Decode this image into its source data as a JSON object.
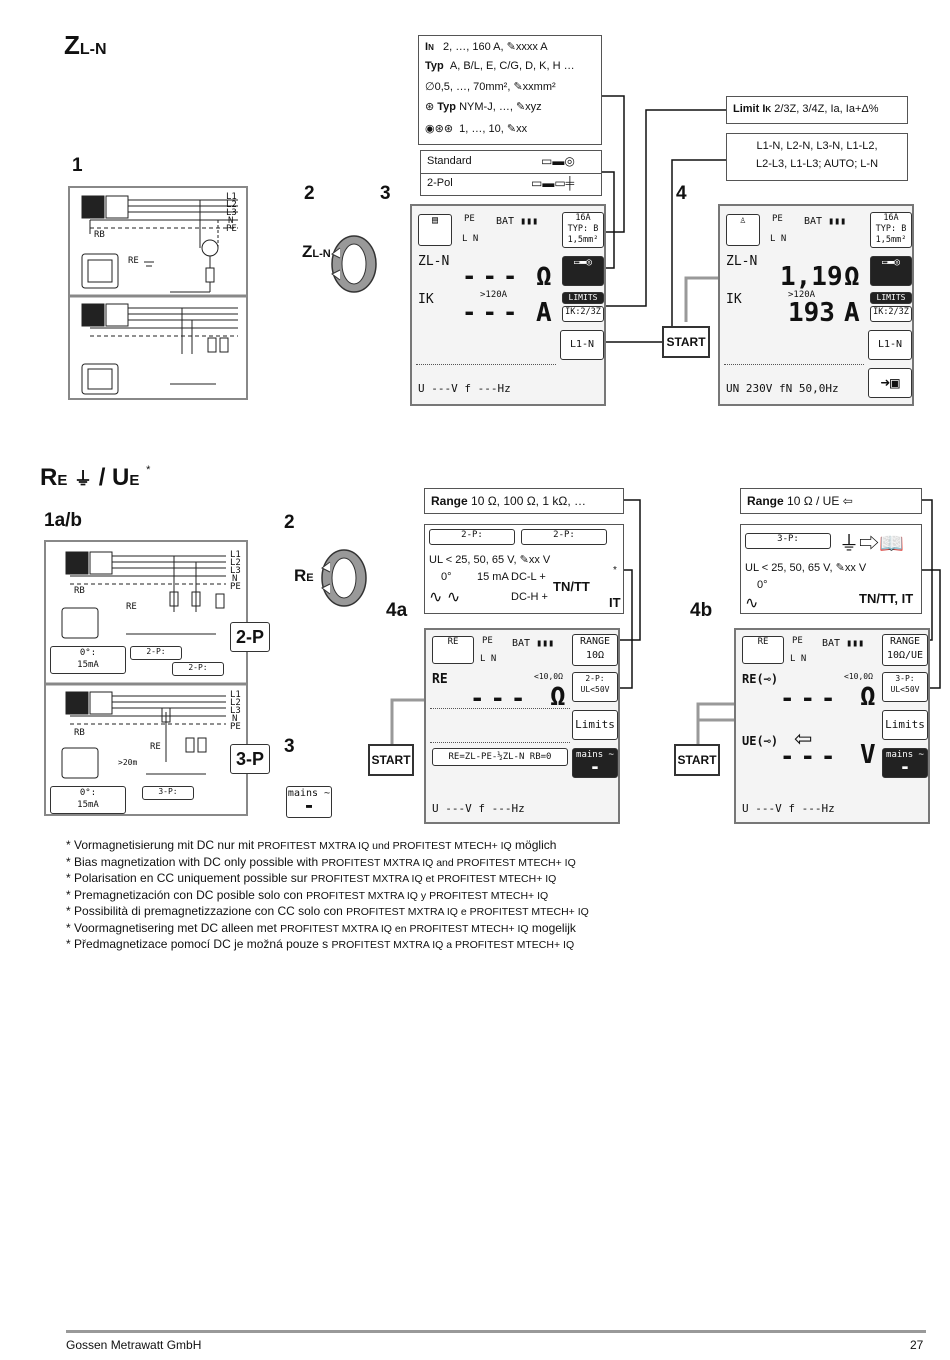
{
  "sec1": {
    "title_main": "Z",
    "title_sub": "L-N",
    "step1": "1",
    "step2": "2",
    "step3": "3",
    "step4": "4",
    "rot_main": "Z",
    "rot_sub": "L-N",
    "param_box": {
      "in_label": "I",
      "in_sub": "N",
      "in_values": "2, …, 160 A,",
      "in_custom": "xxxx A",
      "typ_label": "Typ",
      "typ_values": "A, B/L, E, C/G, D, K, H …",
      "cross_values": "∅0,5, …, 70mm², ",
      "cross_custom": "xxmm²",
      "cable_label": "Typ",
      "cable_values": "NYM-J, …,",
      "cable_custom": "xyz",
      "count_values": "1, …, 10,",
      "count_custom": "xx"
    },
    "probe_box": {
      "opt1": "Standard",
      "opt2": "2-Pol"
    },
    "limit_box": {
      "label": "Limit I",
      "sub": "K",
      "values": "2/3Z, 3/4Z, Ia, Ia+Δ%"
    },
    "phase_box": {
      "line1": "L1-N, L2-N, L3-N, L1-L2,",
      "line2": "L2-L3, L1-L3; AUTO; L-N"
    },
    "diagram_labels": {
      "l1": "L1",
      "l2": "L2",
      "l3": "L3",
      "n": "N",
      "pe": "PE",
      "rb": "RB",
      "re": "RE"
    },
    "lcd_a": {
      "pe": "PE",
      "l": "L",
      "n": "N",
      "bat": "BAT",
      "fuse_line1": "16A",
      "fuse_line2": "TYP: B",
      "fuse_line3": "1,5mm²",
      "zln": "ZL-N",
      "z_value": "---",
      "z_unit": "Ω",
      "ik": "IK",
      "ik_range": ">120A",
      "ik_value": "---",
      "ik_unit": "A",
      "limits_key": "LIMITS",
      "ik_key": "IK:2/3Z",
      "phase_key": "L1-N",
      "footer": "U  ---V   f  ---Hz"
    },
    "lcd_b": {
      "pe": "PE",
      "l": "L",
      "n": "N",
      "bat": "BAT",
      "fuse_line1": "16A",
      "fuse_line2": "TYP: B",
      "fuse_line3": "1,5mm²",
      "zln": "ZL-N",
      "z_value": "1,19",
      "z_unit": "Ω",
      "ik": "IK",
      "ik_range": ">120A",
      "ik_value": "193",
      "ik_unit": "A",
      "limits_key": "LIMITS",
      "ik_key": "IK:2/3Z",
      "phase_key": "L1-N",
      "footer": "UN   230V  fN 50,0Hz"
    },
    "start_label": "START"
  },
  "sec2": {
    "title_main": "R",
    "title_sub": "E",
    "title_sep": "/ U",
    "title_sub2": "E",
    "asterisk": "*",
    "step1": "1a/b",
    "step2": "2",
    "step3": "3",
    "step4a": "4a",
    "step4b": "4b",
    "rot_main": "R",
    "rot_sub": "E",
    "badge_2p": "2-P",
    "badge_3p": "3-P",
    "diag_labels": {
      "l1": "L1",
      "l2": "L2",
      "l3": "L3",
      "n": "N",
      "pe": "PE",
      "rb": "RB",
      "re": "RE",
      "deg": "0°:",
      "ma": "15mA",
      "k2p": "2-P:",
      "k3p": "3-P:",
      "m20": ">20m"
    },
    "mains_key": "mains ~",
    "range_a": {
      "label": "Range",
      "values": "10 Ω, 100 Ω, 1 kΩ, …"
    },
    "range_b": {
      "label": "Range",
      "values": "10 Ω / UE"
    },
    "opt_a": {
      "k1": "2-P:",
      "k2": "2-P:",
      "ul": "UL < 25, 50, 65 V,",
      "ul_custom": "xx V",
      "deg": "0°",
      "ma": "15 mA",
      "dcl": "DC-L +",
      "dch": "DC-H +",
      "net1": "TN/TT",
      "net2": "IT",
      "asterisk": "*"
    },
    "opt_b": {
      "k1": "3-P:",
      "ul": "UL < 25, 50, 65 V,",
      "ul_custom": "xx V",
      "deg": "0°",
      "net": "TN/TT, IT"
    },
    "lcd_c": {
      "re": "RE",
      "pe": "PE",
      "l": "L",
      "n": "N",
      "bat": "BAT",
      "range_key1": "RANGE",
      "range_key2": "10Ω",
      "re_label": "RE",
      "lim": "<10,0Ω",
      "re_value": "---",
      "re_unit": "Ω",
      "k2p1": "2-P:",
      "k2p2": "UL<50V",
      "limits_key": "Limits",
      "formula": "RE=ZL-PE-½ZL-N  RB=0",
      "mains_key": "mains ~",
      "footer": "U  ---V   f  ---Hz"
    },
    "lcd_d": {
      "re": "RE",
      "pe": "PE",
      "l": "L",
      "n": "N",
      "bat": "BAT",
      "range_key1": "RANGE",
      "range_key2": "10Ω/UE",
      "re_label": "RE(",
      "lim": "<10,0Ω",
      "re_value": "---",
      "re_unit": "Ω",
      "ue_label": "UE(",
      "ue_value": "---",
      "ue_unit": "V",
      "k3p1": "3-P:",
      "k3p2": "UL<50V",
      "limits_key": "Limits",
      "mains_key": "mains ~",
      "footer": "U  ---V   f  ---Hz"
    },
    "start_label": "START"
  },
  "footnotes": [
    {
      "text": "Vormagnetisierung mit DC nur mit ",
      "p1": "PROFITEST MXTRA IQ",
      "mid": " und ",
      "p2": "PROFITEST MTECH+ IQ",
      "end": " möglich"
    },
    {
      "text": "Bias magnetization with DC only possible with ",
      "p1": "PROFITEST MXTRA IQ",
      "mid": " and ",
      "p2": "PROFITEST MTECH+ IQ",
      "end": ""
    },
    {
      "text": "Polarisation en CC uniquement possible sur ",
      "p1": "PROFITEST MXTRA IQ",
      "mid": " et ",
      "p2": "PROFITEST MTECH+ IQ",
      "end": ""
    },
    {
      "text": "Premagnetización con DC posible solo con ",
      "p1": "PROFITEST MXTRA IQ",
      "mid": " y ",
      "p2": "PROFITEST MTECH+ IQ",
      "end": ""
    },
    {
      "text": "Possibilità di premagnetizzazione con CC solo con ",
      "p1": "PROFITEST MXTRA IQ",
      "mid": " e ",
      "p2": "PROFITEST MTECH+ IQ",
      "end": ""
    },
    {
      "text": "Voormagnetisering met DC alleen met ",
      "p1": "PROFITEST MXTRA IQ",
      "mid": " en ",
      "p2": "PROFITEST MTECH+ IQ",
      "end": " mogelijk"
    },
    {
      "text": "Předmagnetizace pomocí DC je možná pouze s ",
      "p1": "PROFITEST MXTRA IQ",
      "mid": " a ",
      "p2": "PROFITEST MTECH+ IQ",
      "end": ""
    }
  ],
  "footer": {
    "company": "Gossen Metrawatt GmbH",
    "page": "27"
  }
}
